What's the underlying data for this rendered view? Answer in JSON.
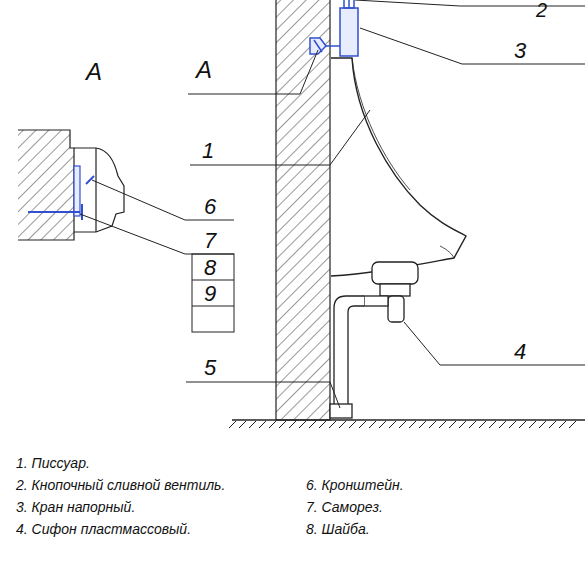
{
  "diagram": {
    "labels": [
      "A",
      "A",
      "1",
      "2",
      "3",
      "4",
      "5",
      "6",
      "7",
      "8",
      "9",
      "1. Писсуар.",
      "2. Кнопочный сливной вентиль.",
      "3. Кран напорный.",
      "4. Сифон пластмассовый.",
      "6. Кронштейн.",
      "7. Саморез.",
      "8. Шайба."
    ]
  }
}
